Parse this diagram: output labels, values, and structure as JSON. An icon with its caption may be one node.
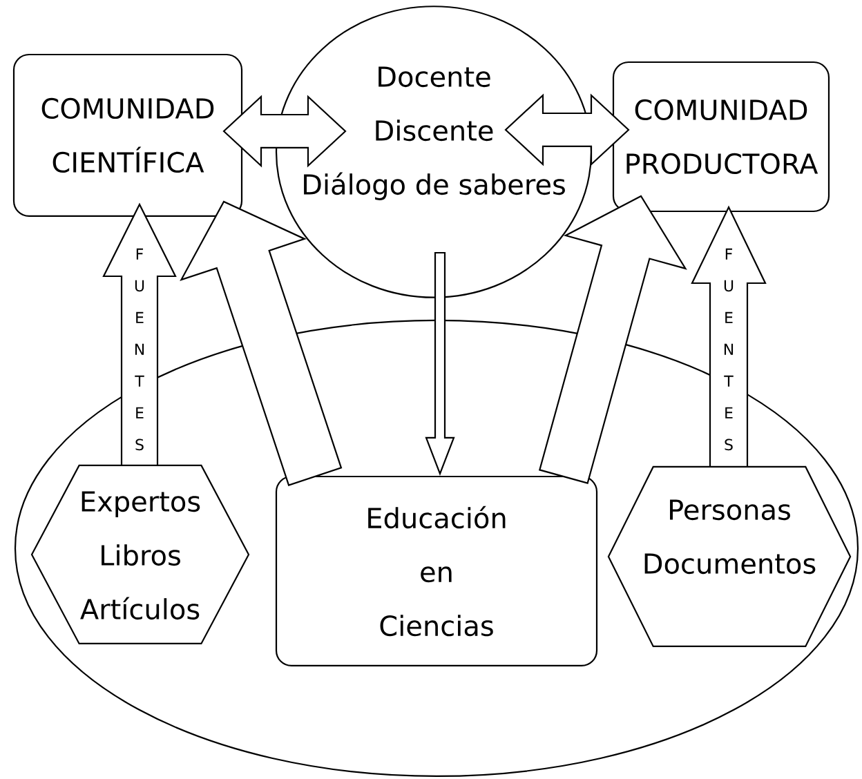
{
  "diagram": {
    "nodes": [
      {
        "text": [
          "COMUNIDAD CIENTÍFICA"
        ]
      },
      {
        "text": [
          "Docente",
          "Discente",
          "Diálogo de saberes"
        ]
      },
      {
        "text": [
          "COMUNIDAD PRODUCTORA"
        ]
      },
      {
        "text": [],
        "shape": "ellipse"
      },
      {
        "text": [
          "Expertos",
          "Libros",
          "Artículos"
        ],
        "in": 3
      },
      {
        "text": [
          "Educación en Ciencias"
        ],
        "in": 3
      },
      {
        "text": [
          "Personas",
          "Documentos"
        ],
        "in": 3
      }
    ],
    "edges": [
      {
        "from": 0,
        "to": 1,
        "arrow": "both"
      },
      {
        "from": 1,
        "to": 2,
        "arrow": "both"
      },
      {
        "from": 4,
        "to": 0,
        "arrow": "to",
        "label": "FUENTES"
      },
      {
        "from": 5,
        "to": 0,
        "arrow": "to"
      },
      {
        "from": 1,
        "to": 5,
        "arrow": "to"
      },
      {
        "from": 5,
        "to": 2,
        "arrow": "to"
      },
      {
        "from": 6,
        "to": 2,
        "arrow": "to",
        "label": "FUENTES"
      }
    ]
  }
}
